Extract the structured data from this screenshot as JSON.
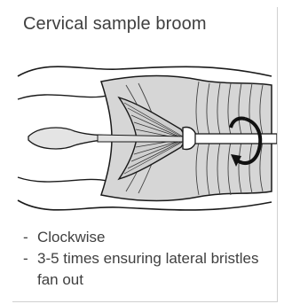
{
  "title": "Cervical sample broom",
  "notes": [
    "Clockwise",
    "3-5 times ensuring lateral bristles fan out"
  ],
  "bullet": "-",
  "colors": {
    "text": "#404040",
    "tube_fill": "#d6d6d6",
    "outline": "#1a1a1a"
  }
}
